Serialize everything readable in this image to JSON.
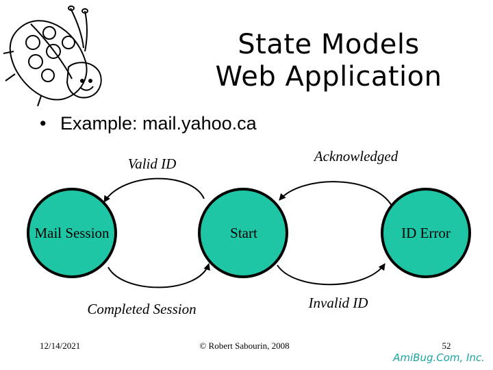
{
  "slide": {
    "title_line1": "State Models",
    "title_line2": "Web Application",
    "bullet": "Example: mail.yahoo.ca",
    "node_color": "#1fc6a6"
  },
  "diagram": {
    "nodes": [
      {
        "id": "mail-session",
        "label": "Mail Session"
      },
      {
        "id": "start",
        "label": "Start"
      },
      {
        "id": "id-error",
        "label": "ID Error"
      }
    ],
    "transitions": [
      {
        "from": "start",
        "to": "mail-session",
        "label": "Valid ID"
      },
      {
        "from": "mail-session",
        "to": "start",
        "label": "Completed Session"
      },
      {
        "from": "id-error",
        "to": "start",
        "label": "Acknowledged"
      },
      {
        "from": "start",
        "to": "id-error",
        "label": "Invalid ID"
      }
    ]
  },
  "footer": {
    "date": "12/14/2021",
    "copyright": "© Robert Sabourin, 2008",
    "page": "52",
    "brand": "AmiBug.Com, Inc."
  }
}
